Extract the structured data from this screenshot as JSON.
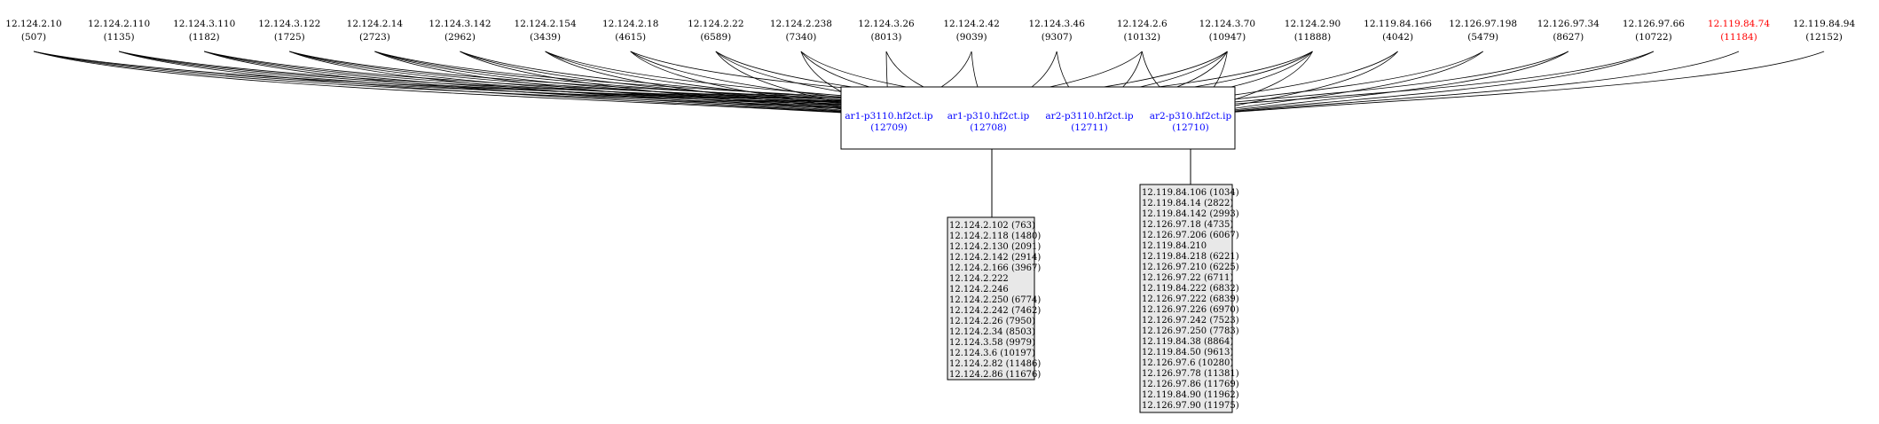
{
  "top_nodes": [
    {
      "ip": "12.124.2.10",
      "id": "(507)"
    },
    {
      "ip": "12.124.2.110",
      "id": "(1135)"
    },
    {
      "ip": "12.124.3.110",
      "id": "(1182)"
    },
    {
      "ip": "12.124.3.122",
      "id": "(1725)"
    },
    {
      "ip": "12.124.2.14",
      "id": "(2723)"
    },
    {
      "ip": "12.124.3.142",
      "id": "(2962)"
    },
    {
      "ip": "12.124.2.154",
      "id": "(3439)"
    },
    {
      "ip": "12.124.2.18",
      "id": "(4615)"
    },
    {
      "ip": "12.124.2.22",
      "id": "(6589)"
    },
    {
      "ip": "12.124.2.238",
      "id": "(7340)"
    },
    {
      "ip": "12.124.3.26",
      "id": "(8013)"
    },
    {
      "ip": "12.124.2.42",
      "id": "(9039)"
    },
    {
      "ip": "12.124.3.46",
      "id": "(9307)"
    },
    {
      "ip": "12.124.2.6",
      "id": "(10132)"
    },
    {
      "ip": "12.124.3.70",
      "id": "(10947)"
    },
    {
      "ip": "12.124.2.90",
      "id": "(11888)"
    },
    {
      "ip": "12.119.84.166",
      "id": "(4042)"
    },
    {
      "ip": "12.126.97.198",
      "id": "(5479)"
    },
    {
      "ip": "12.126.97.34",
      "id": "(8627)"
    },
    {
      "ip": "12.126.97.66",
      "id": "(10722)"
    },
    {
      "ip": "12.119.84.74",
      "id": "(11184)",
      "highlight": true
    },
    {
      "ip": "12.119.84.94",
      "id": "(12152)"
    }
  ],
  "routers": [
    {
      "name": "ar1-p3110.hf2ct.ip",
      "id": "(12709)"
    },
    {
      "name": "ar1-p310.hf2ct.ip",
      "id": "(12708)"
    },
    {
      "name": "ar2-p3110.hf2ct.ip",
      "id": "(12711)"
    },
    {
      "name": "ar2-p310.hf2ct.ip",
      "id": "(12710)"
    }
  ],
  "edges": [
    [
      0,
      0
    ],
    [
      0,
      1
    ],
    [
      0,
      2
    ],
    [
      0,
      3
    ],
    [
      1,
      0
    ],
    [
      1,
      1
    ],
    [
      1,
      2
    ],
    [
      1,
      3
    ],
    [
      2,
      0
    ],
    [
      2,
      1
    ],
    [
      2,
      2
    ],
    [
      2,
      3
    ],
    [
      3,
      0
    ],
    [
      3,
      1
    ],
    [
      3,
      2
    ],
    [
      3,
      3
    ],
    [
      4,
      0
    ],
    [
      4,
      1
    ],
    [
      4,
      2
    ],
    [
      4,
      3
    ],
    [
      5,
      0
    ],
    [
      5,
      1
    ],
    [
      5,
      2
    ],
    [
      6,
      0
    ],
    [
      6,
      1
    ],
    [
      6,
      2
    ],
    [
      7,
      0
    ],
    [
      7,
      1
    ],
    [
      7,
      3
    ],
    [
      8,
      0
    ],
    [
      8,
      1
    ],
    [
      8,
      2
    ],
    [
      9,
      0
    ],
    [
      9,
      1
    ],
    [
      9,
      2
    ],
    [
      10,
      0
    ],
    [
      10,
      1
    ],
    [
      11,
      0
    ],
    [
      11,
      1
    ],
    [
      12,
      1
    ],
    [
      12,
      2
    ],
    [
      13,
      0
    ],
    [
      13,
      2
    ],
    [
      13,
      3
    ],
    [
      14,
      0
    ],
    [
      14,
      1
    ],
    [
      14,
      2
    ],
    [
      14,
      3
    ],
    [
      15,
      0
    ],
    [
      15,
      1
    ],
    [
      15,
      2
    ],
    [
      15,
      3
    ],
    [
      16,
      2
    ],
    [
      16,
      3
    ],
    [
      17,
      2
    ],
    [
      17,
      3
    ],
    [
      18,
      2
    ],
    [
      18,
      3
    ],
    [
      19,
      2
    ],
    [
      19,
      3
    ],
    [
      20,
      3
    ],
    [
      21,
      3
    ]
  ],
  "subnet_left": [
    "12.124.2.102 (763)",
    "12.124.2.118 (1480)",
    "12.124.2.130 (2091)",
    "12.124.2.142 (2914)",
    "12.124.2.166 (3967)",
    "12.124.2.222",
    "12.124.2.246",
    "12.124.2.250 (6774)",
    "12.124.2.242 (7462)",
    "12.124.2.26 (7950)",
    "12.124.2.34 (8503)",
    "12.124.3.58 (9979)",
    "12.124.3.6 (10197)",
    "12.124.2.82 (11486)",
    "12.124.2.86 (11676)"
  ],
  "subnet_right": [
    "12.119.84.106 (1034)",
    "12.119.84.14 (2822)",
    "12.119.84.142 (2993)",
    "12.126.97.18 (4735)",
    "12.126.97.206 (6067)",
    "12.119.84.210",
    "12.119.84.218 (6221)",
    "12.126.97.210 (6225)",
    "12.126.97.22 (6711)",
    "12.119.84.222 (6832)",
    "12.126.97.222 (6839)",
    "12.126.97.226 (6970)",
    "12.126.97.242 (7523)",
    "12.126.97.250 (7783)",
    "12.119.84.38 (8864)",
    "12.119.84.50 (9613)",
    "12.126.97.6 (10280)",
    "12.126.97.78 (11381)",
    "12.126.97.86 (11769)",
    "12.119.84.90 (11962)",
    "12.126.97.90 (11975)"
  ],
  "colors": {
    "router_text": "#0000ff",
    "highlight_text": "#ff0000",
    "subnet_fill": "#e8e8e8",
    "stroke": "#000000"
  }
}
